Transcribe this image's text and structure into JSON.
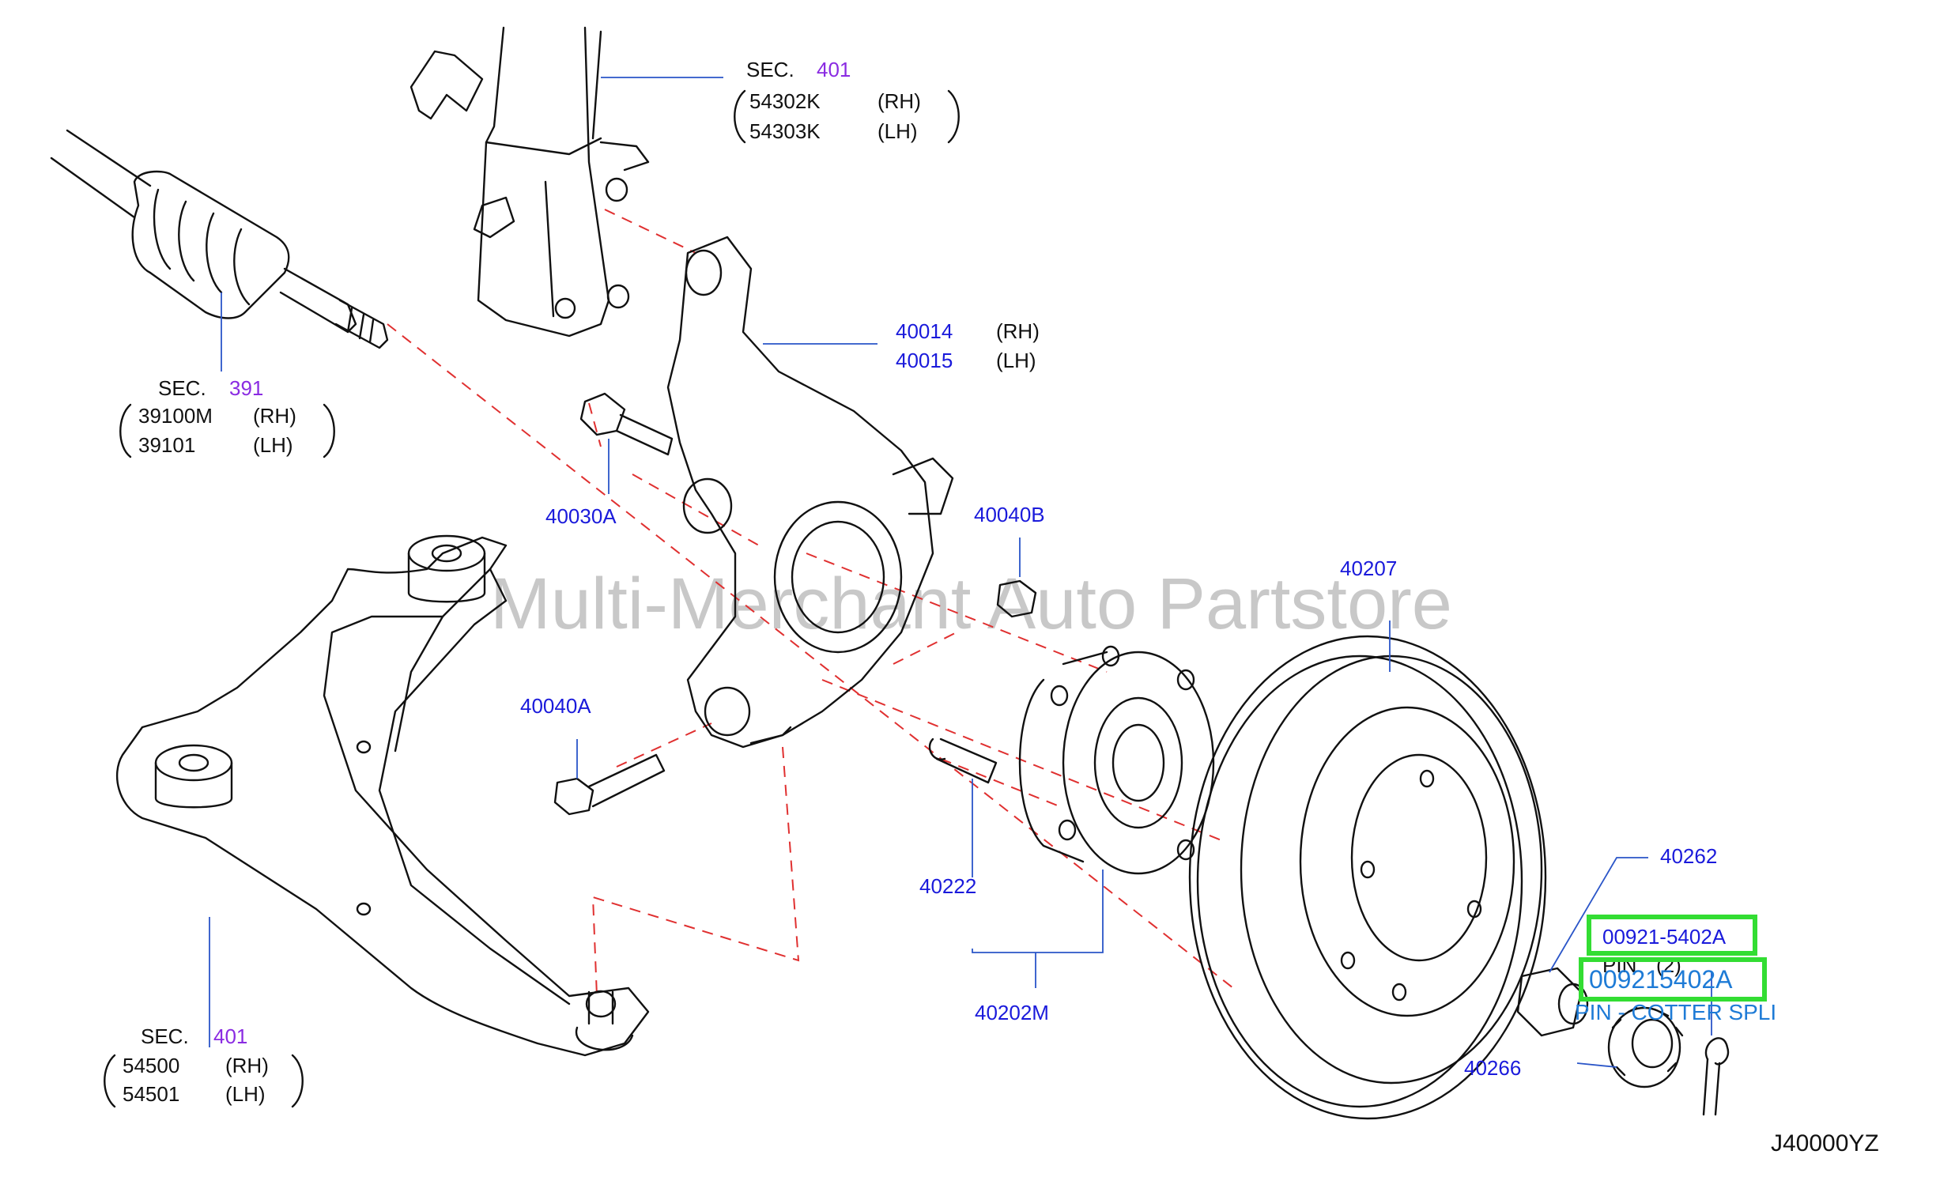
{
  "watermark": "Multi-Merchant Auto Partstore",
  "diagram_code": "J40000YZ",
  "strut": {
    "sec_label": "SEC.",
    "sec_number": "401",
    "rh_part": "54302K",
    "rh_side": "(RH)",
    "lh_part": "54303K",
    "lh_side": "(LH)"
  },
  "driveshaft": {
    "sec_label": "SEC.",
    "sec_number": "391",
    "rh_part": "39100M",
    "rh_side": "(RH)",
    "lh_part": "39101",
    "lh_side": "(LH)"
  },
  "knuckle": {
    "rh_part": "40014",
    "rh_side": "(RH)",
    "lh_part": "40015",
    "lh_side": "(LH)"
  },
  "lower_arm": {
    "sec_label": "SEC.",
    "sec_number": "401",
    "rh_part": "54500",
    "rh_side": "(RH)",
    "lh_part": "54501",
    "lh_side": "(LH)"
  },
  "parts": {
    "bolt_40030a": "40030A",
    "nut_40040b": "40040B",
    "bolt_40040a": "40040A",
    "rotor_40207": "40207",
    "stud_40222": "40222",
    "hub_assy_40202m": "40202M",
    "nut_40262": "40262",
    "cap_40266": "40266"
  },
  "cotter_pin": {
    "part_no": "00921-5402A",
    "pin_label": "PIN",
    "qty": "(2)",
    "link_part_no": "009215402A",
    "link_name": "PIN - COTTER SPLI"
  }
}
